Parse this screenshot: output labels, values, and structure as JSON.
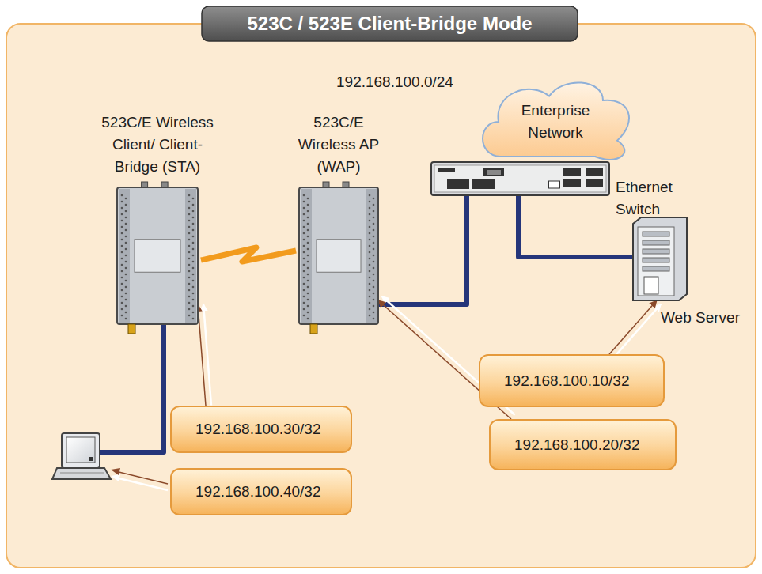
{
  "diagram": {
    "title": "523C / 523E Client-Bridge Mode",
    "nodes": [
      {
        "text": [
          "Enterprise Network"
        ]
      },
      {
        "text": [
          "523C/E Wireless Client/ Client-Bridge (STA)"
        ]
      },
      {
        "text": [
          "523C/E Wireless AP (WAP)"
        ]
      },
      {
        "text": [
          "Ethernet Switch"
        ]
      },
      {
        "text": [
          "Web Server"
        ]
      },
      {
        "text": [
          "192.168.100.10/32"
        ]
      },
      {
        "text": [
          "192.168.100.30/32"
        ]
      },
      {
        "text": [
          "192.168.100.20/32"
        ]
      },
      {
        "text": [
          "192.168.100.40/32"
        ]
      }
    ],
    "edges": [
      {
        "from": 1,
        "to": 2,
        "arrow": "none"
      },
      {
        "from": 2,
        "to": 3,
        "arrow": "none"
      },
      {
        "from": 3,
        "to": 4,
        "arrow": "none"
      },
      {
        "from": 5,
        "to": 4,
        "arrow": "to"
      },
      {
        "from": 6,
        "to": 1,
        "arrow": "to"
      },
      {
        "from": 7,
        "to": 2,
        "arrow": "to"
      }
    ],
    "labels": [
      "192.168.100.0/24"
    ]
  }
}
